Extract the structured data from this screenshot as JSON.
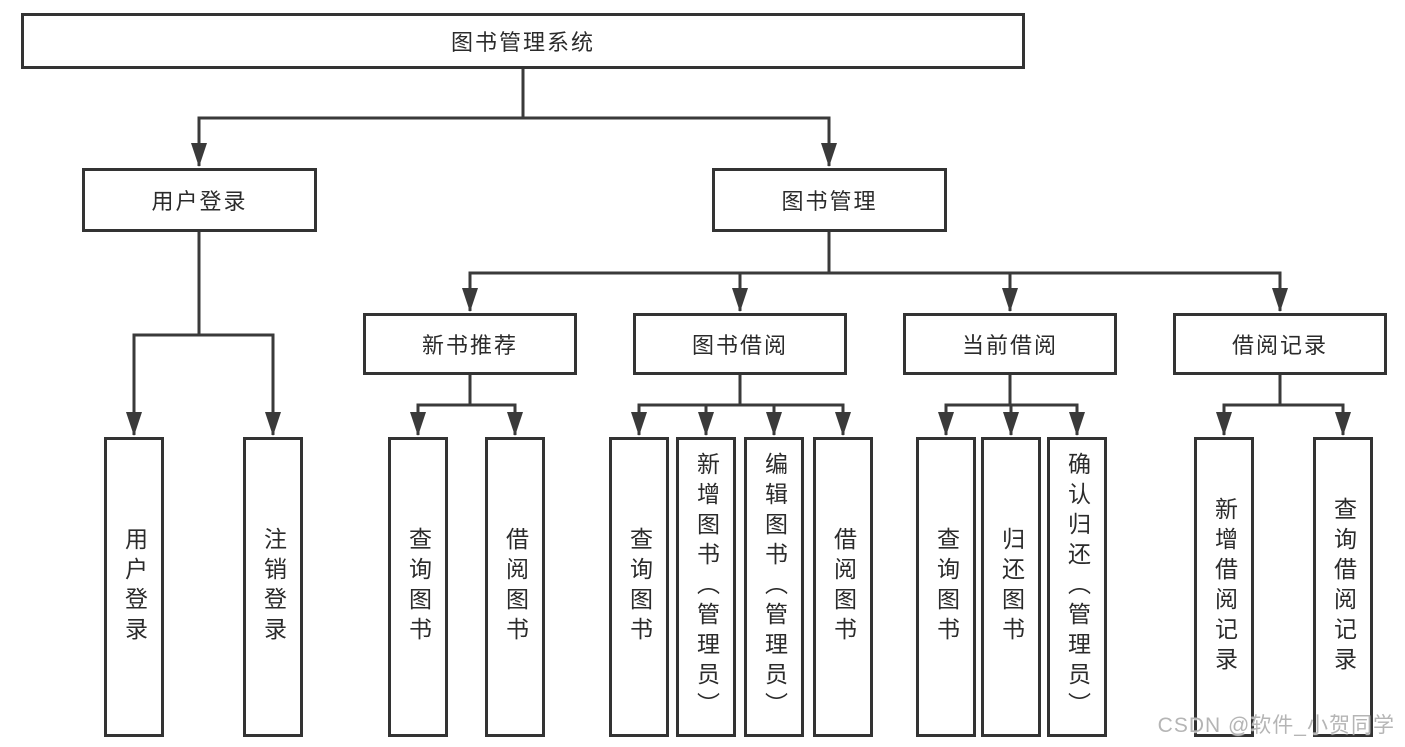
{
  "tree": {
    "root": {
      "label": "图书管理系统"
    },
    "branches": [
      {
        "label": "用户登录",
        "children": [
          {
            "label": "用户登录"
          },
          {
            "label": "注销登录"
          }
        ]
      },
      {
        "label": "图书管理",
        "groups": [
          {
            "label": "新书推荐",
            "children": [
              {
                "label": "查询图书"
              },
              {
                "label": "借阅图书"
              }
            ]
          },
          {
            "label": "图书借阅",
            "children": [
              {
                "label": "查询图书"
              },
              {
                "label": "新增图书（管理员）"
              },
              {
                "label": "编辑图书（管理员）"
              },
              {
                "label": "借阅图书"
              }
            ]
          },
          {
            "label": "当前借阅",
            "children": [
              {
                "label": "查询图书"
              },
              {
                "label": "归还图书"
              },
              {
                "label": "确认归还（管理员）"
              }
            ]
          },
          {
            "label": "借阅记录",
            "children": [
              {
                "label": "新增借阅记录"
              },
              {
                "label": "查询借阅记录"
              }
            ]
          }
        ]
      }
    ]
  },
  "watermark": "CSDN @软件_小贺同学",
  "colors": {
    "line_color": "#3a3a3a",
    "border_color": "#333333",
    "text_color": "#2b2b2b",
    "watermark_color": "#b5b5b5",
    "bg_color": "#ffffff"
  }
}
